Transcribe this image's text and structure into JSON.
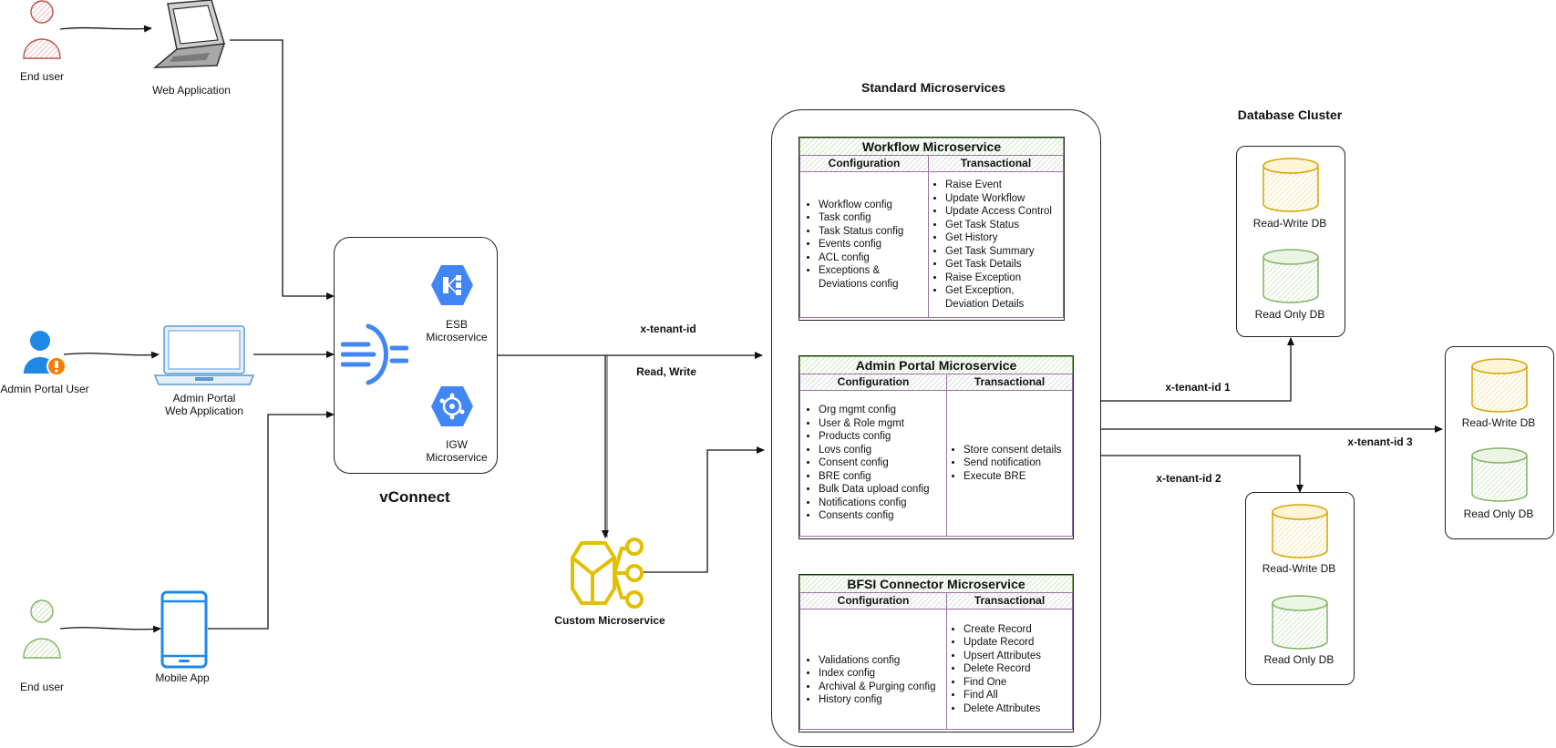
{
  "actors": {
    "end_user_top": "End user",
    "web_application": "Web Application",
    "admin_portal_user": "Admin Portal User",
    "admin_portal_web_app_line1": "Admin Portal",
    "admin_portal_web_app_line2": "Web Application",
    "end_user_bottom": "End user",
    "mobile_app": "Mobile App"
  },
  "vconnect": {
    "title": "vConnect",
    "esb_line1": "ESB",
    "esb_line2": "Microservice",
    "igw_line1": "IGW",
    "igw_line2": "Microservice"
  },
  "custom_microservice": "Custom Microservice",
  "edges": {
    "tenant_id": "x-tenant-id",
    "read_write": "Read, Write",
    "tenant_id_1": "x-tenant-id 1",
    "tenant_id_2": "x-tenant-id 2",
    "tenant_id_3": "x-tenant-id 3"
  },
  "standard_microservices": {
    "title": "Standard Microservices",
    "services": [
      {
        "name": "Workflow Microservice",
        "config_header": "Configuration",
        "trans_header": "Transactional",
        "config_items": [
          "Workflow config",
          "Task config",
          "Task Status config",
          "Events config",
          "ACL config",
          "Exceptions &",
          "Deviations config"
        ],
        "trans_items": [
          "Raise Event",
          "Update Workflow",
          "Update Access Control",
          "Get Task Status",
          "Get History",
          "Get Task Summary",
          "Get Task Details",
          "Raise Exception",
          "Get Exception,",
          "Deviation Details"
        ]
      },
      {
        "name": "Admin Portal Microservice",
        "config_header": "Configuration",
        "trans_header": "Transactional",
        "config_items": [
          "Org mgmt config",
          "User & Role mgmt",
          "Products config",
          "Lovs config",
          "Consent config",
          "BRE config",
          "Bulk Data upload config",
          "Notifications config",
          "Consents config"
        ],
        "trans_items": [
          "Store consent details",
          "Send notification",
          "Execute BRE"
        ]
      },
      {
        "name": "BFSI Connector Microservice",
        "config_header": "Configuration",
        "trans_header": "Transactional",
        "config_items": [
          "Validations config",
          "Index config",
          "Archival & Purging config",
          "History config"
        ],
        "trans_items": [
          "Create Record",
          "Update Record",
          "Upsert Attributes",
          "Delete Record",
          "Find One",
          "Find All",
          "Delete Attributes"
        ]
      }
    ]
  },
  "database_cluster": {
    "title": "Database Cluster",
    "read_write": "Read-Write DB",
    "read_only": "Read Only DB"
  },
  "colors": {
    "user_red": "#b85450",
    "user_green": "#82b366",
    "admin_blue": "#1e88e5",
    "gcp_blue": "#4285f4",
    "db_yellow": "#d6a300",
    "db_green": "#82b366",
    "custom_yellow": "#e0c000",
    "header_green": "#82b366",
    "table_purple": "#9673a6"
  }
}
